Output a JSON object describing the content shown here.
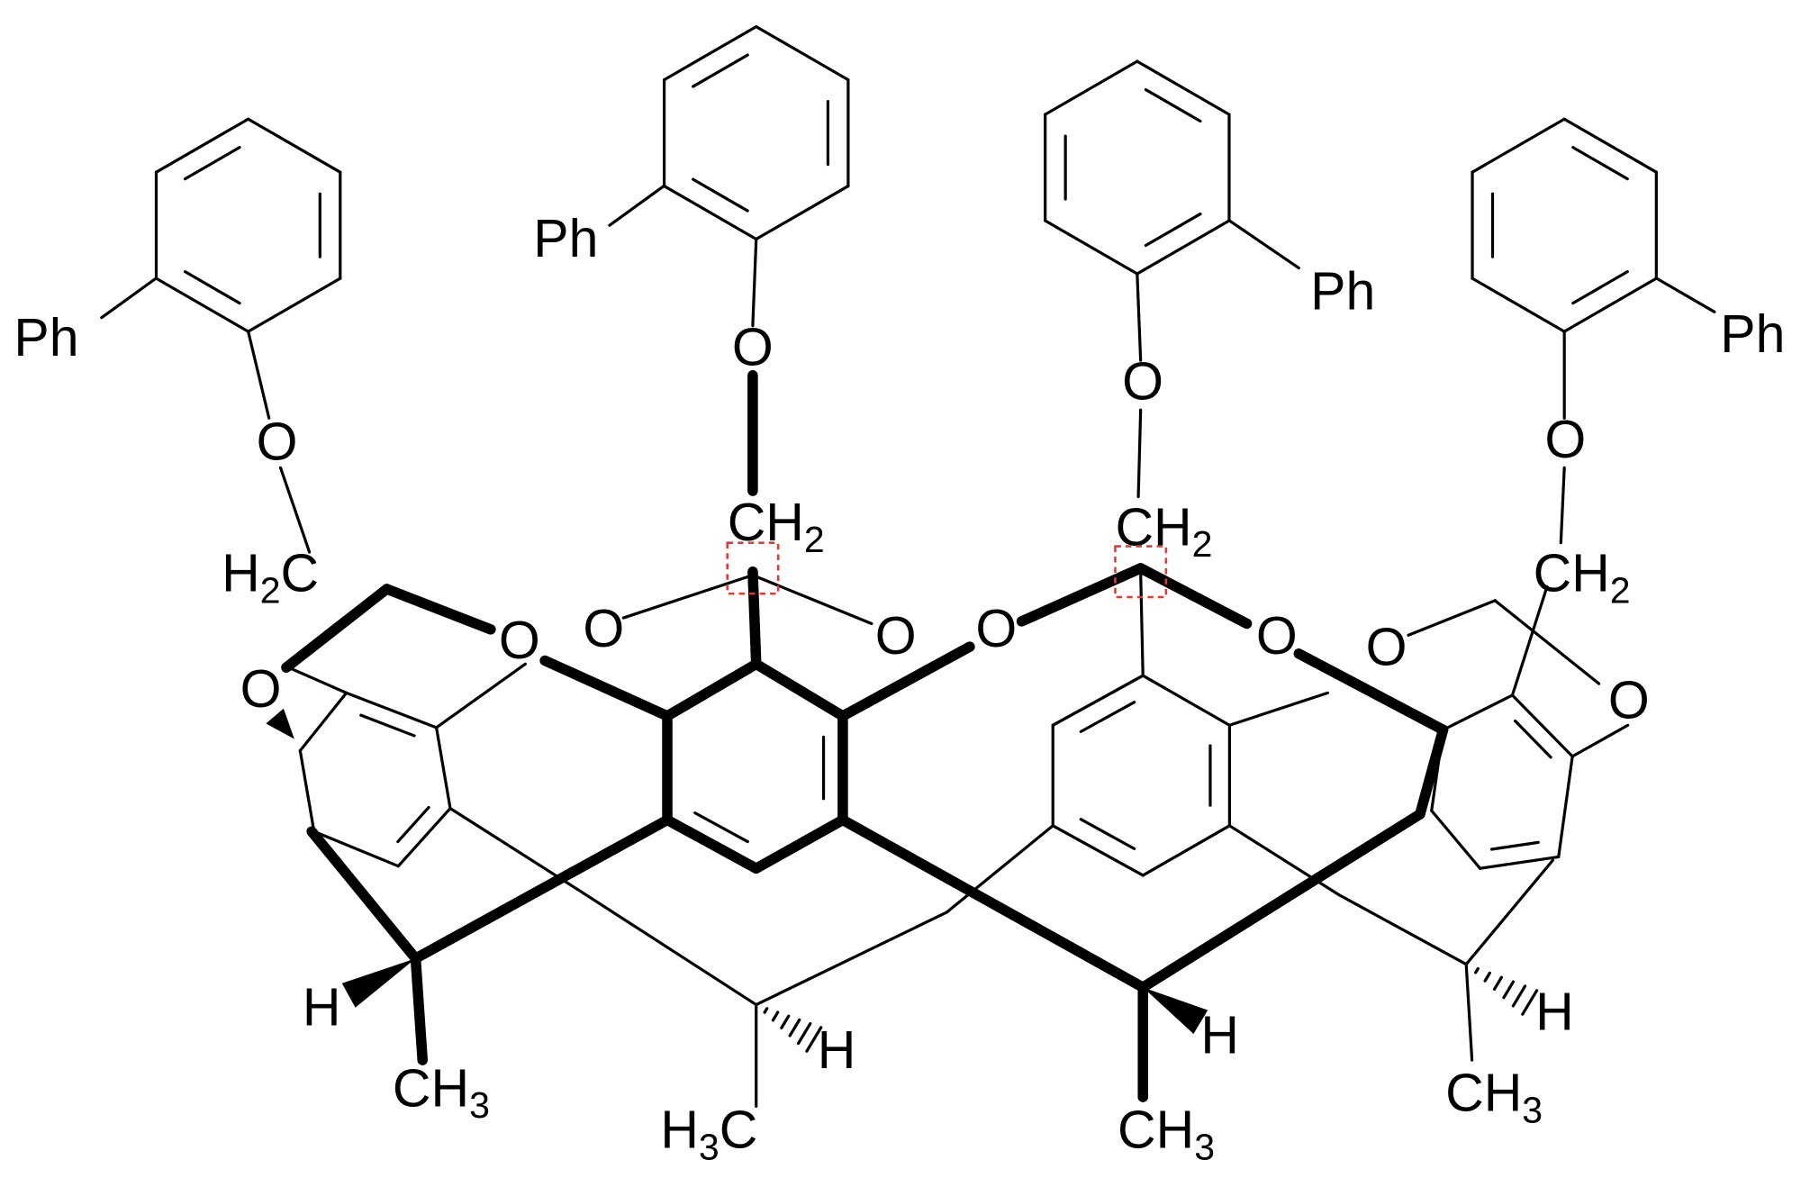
{
  "labels": {
    "ph": [
      "Ph",
      "Ph",
      "Ph",
      "Ph"
    ],
    "oxygen": "O",
    "ch2": "CH",
    "h2c": "H",
    "c": "C",
    "two": "2",
    "three": "3",
    "h": "H",
    "ch3": "CH"
  },
  "colors": {
    "bond": "#000000",
    "marker": "#e53935"
  }
}
